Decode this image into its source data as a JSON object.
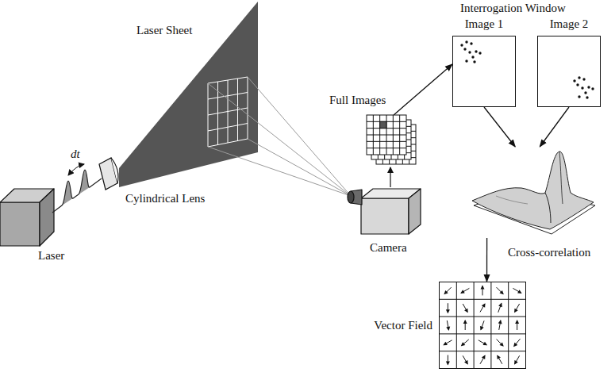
{
  "diagram": {
    "nodes": [
      {
        "text": [
          "Full Images"
        ]
      },
      {
        "text": [
          "Image 1"
        ]
      },
      {
        "text": [
          "Image 2"
        ]
      },
      {
        "text": [
          "Cross-correlation"
        ]
      },
      {
        "text": [
          "Vector Field"
        ]
      }
    ],
    "edges": [
      {
        "from": 0,
        "to": 1,
        "arrow": "to"
      },
      {
        "from": 1,
        "to": 3,
        "arrow": "to"
      },
      {
        "from": 2,
        "to": 3,
        "arrow": "to"
      },
      {
        "from": 3,
        "to": 4,
        "arrow": "to"
      }
    ],
    "labels": [
      "Interrogation Window",
      "Laser Sheet",
      "dt",
      "Cylindrical Lens",
      "Laser",
      "Camera"
    ]
  }
}
